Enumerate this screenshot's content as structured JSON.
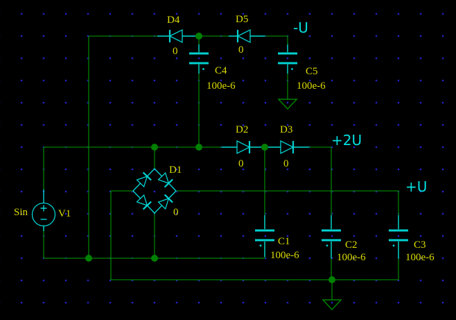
{
  "colors": {
    "background": "#000000",
    "wire": "#008000",
    "component": "#00d2d2",
    "label": "#dddd00",
    "net_label": "#00e0e0",
    "grid_dot": "#2424cd"
  },
  "source": {
    "name": "V1",
    "waveform": "Sin"
  },
  "bridge": {
    "name": "D1",
    "value": "0"
  },
  "diodes": {
    "d2": {
      "name": "D2",
      "value": "0"
    },
    "d3": {
      "name": "D3",
      "value": "0"
    },
    "d4": {
      "name": "D4",
      "value": "0"
    },
    "d5": {
      "name": "D5",
      "value": "0"
    }
  },
  "capacitors": {
    "c1": {
      "name": "C1",
      "value": "100e-6"
    },
    "c2": {
      "name": "C2",
      "value": "100e-6"
    },
    "c3": {
      "name": "C3",
      "value": "100e-6"
    },
    "c4": {
      "name": "C4",
      "value": "100e-6"
    },
    "c5": {
      "name": "C5",
      "value": "100e-6"
    }
  },
  "nets": {
    "neg_u": "-U",
    "pos_2u": "+2U",
    "pos_u": "+U"
  }
}
